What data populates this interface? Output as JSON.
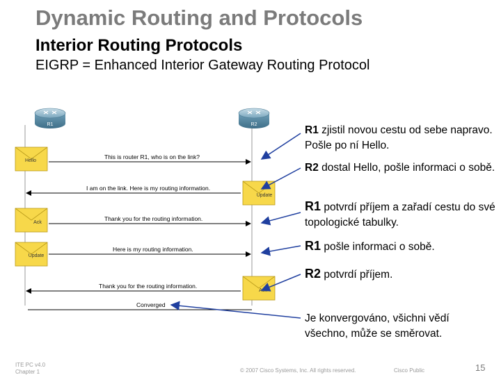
{
  "title": "Dynamic Routing and Protocols",
  "subtitle": "Interior Routing Protocols",
  "subtitle2": "EIGRP = Enhanced Interior Gateway Routing Protocol",
  "routers": {
    "r1": "R1",
    "r2": "R2"
  },
  "packets": {
    "hello": "Hello",
    "update_r2": "Update",
    "ack_r1": "Ack",
    "update_r1": "Update",
    "ack_r2": "Ack"
  },
  "messages": {
    "m1": "This is router R1, who is on the link?",
    "m2": "I am on the link. Here is my routing information.",
    "m3": "Thank you for the routing information.",
    "m4": "Here is my routing information.",
    "m5": "Thank you for the routing information.",
    "converged": "Converged"
  },
  "notes": {
    "n1": {
      "who": "R1",
      "text": " zjistil novou cestu od sebe napravo. Pošle po ní Hello."
    },
    "n2": {
      "who": "R2",
      "text": " dostal Hello, pošle informaci o sobě."
    },
    "n3": {
      "who": "R1",
      "text": " potvrdí příjem a zařadí cestu do své topologické tabulky."
    },
    "n4": {
      "who": "R1",
      "text": " pošle informaci o sobě."
    },
    "n5": {
      "who": "R2",
      "text": " potvrdí příjem."
    },
    "n6": {
      "text": "Je konvergováno, všichni vědí všechno, může se směrovat."
    }
  },
  "footer": {
    "left1": "ITE PC v4.0",
    "left2": "Chapter 1",
    "copyright": "© 2007 Cisco Systems, Inc. All rights reserved.",
    "public": "Cisco Public",
    "page": "15"
  },
  "colors": {
    "title": "#7b7b7b",
    "envelope": "#f7d84a",
    "router": "#6f9fb8",
    "arrow": "#1f3f9f"
  }
}
